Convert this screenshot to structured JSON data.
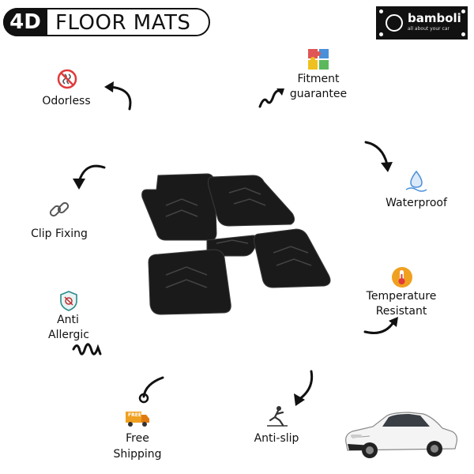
{
  "header": {
    "badge": "4D",
    "title": "FLOOR MATS"
  },
  "brand": {
    "name": "bamboli",
    "tagline": "all about your car"
  },
  "features": {
    "odorless": "Odorless",
    "fitment_line1": "Fitment",
    "fitment_line2": "guarantee",
    "waterproof": "Waterproof",
    "clip_fixing": "Clip Fixing",
    "temperature_line1": "Temperature",
    "temperature_line2": "Resistant",
    "anti_line1": "Anti",
    "anti_line2": "Allergic",
    "free_line1": "Free",
    "free_line2": "Shipping",
    "free_badge": "FREE",
    "anti_slip": "Anti-slip"
  },
  "icons": [
    "no-odor-icon",
    "puzzle-icon",
    "water-drop-icon",
    "chain-link-icon",
    "thermometer-icon",
    "anti-allergy-icon",
    "delivery-truck-icon",
    "slip-icon"
  ],
  "colors": {
    "dark": "#111111",
    "accent_orange": "#f0a020",
    "water_blue": "#4a90d9",
    "red": "#e03a3a"
  }
}
